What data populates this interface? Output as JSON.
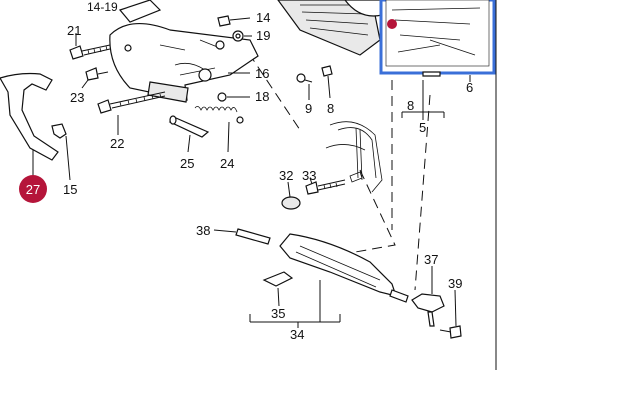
{
  "labels": {
    "l14_19": "14-19",
    "l21": "21",
    "l14": "14",
    "l19": "19",
    "l23": "23",
    "l16": "16",
    "l18": "18",
    "l22": "22",
    "l25": "25",
    "l24": "24",
    "l15": "15",
    "l27": "27",
    "l9": "9",
    "l8a": "8",
    "l8b": "8",
    "l5": "5",
    "l6": "6",
    "l32": "32",
    "l33": "33",
    "l38": "38",
    "l37": "37",
    "l39": "39",
    "l35": "35",
    "l34": "34"
  },
  "colors": {
    "callout": "#b5153a",
    "inset_border": "#3a6fd8",
    "line": "#111111"
  }
}
